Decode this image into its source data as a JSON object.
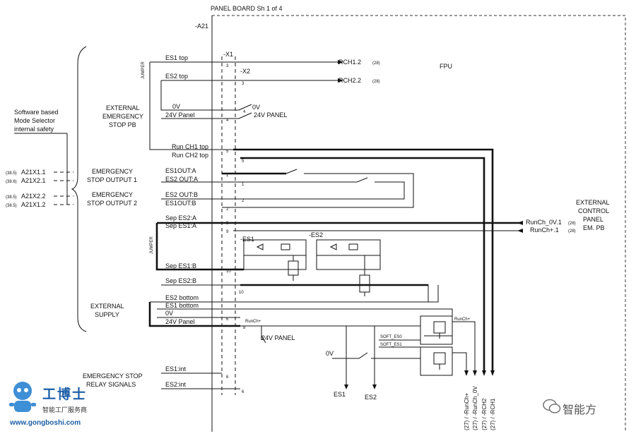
{
  "header": {
    "title": "PANEL BOARD Sh 1 of 4",
    "board_id": "-A21",
    "fpu": "FPU"
  },
  "left": {
    "selector_label_1": "Software based",
    "selector_label_2": "Mode Selector",
    "selector_label_3": "internal safety",
    "refs": [
      {
        "ref": "(38.5)",
        "name": "A21X1.1"
      },
      {
        "ref": "(38.6)",
        "name": "A21X2.1"
      },
      {
        "ref": "(38.5)",
        "name": "A21X2.2"
      },
      {
        "ref": "(38.5)",
        "name": "A21X1.2"
      }
    ]
  },
  "groups": {
    "ext_emergency_1": "EXTERNAL",
    "ext_emergency_2": "EMERGENCY",
    "ext_emergency_3": "STOP PB",
    "em_stop_out1_1": "EMERGENCY",
    "em_stop_out1_2": "STOP OUTPUT 1",
    "em_stop_out2_1": "EMERGENCY",
    "em_stop_out2_2": "STOP OUTPUT 2",
    "ext_supply_1": "EXTERNAL",
    "ext_supply_2": "SUPPLY",
    "relay_sig_1": "EMERGENCY STOP",
    "relay_sig_2": "RELAY SIGNALS",
    "ext_panel_1": "EXTERNAL",
    "ext_panel_2": "CONTROL",
    "ext_panel_3": "PANEL",
    "ext_panel_4": "EM. PB"
  },
  "wires": {
    "es1_top": "ES1 top",
    "es2_top": "ES2 top",
    "zero_v": "0V",
    "p24_panel": "24V Panel",
    "run_ch1_top": "Run CH1 top",
    "run_ch2_top": "Run CH2 top",
    "es1out_a": "ES1OUT:A",
    "es2out_a": "ES2 OUT:A",
    "es2out_b": "ES2 OUT:B",
    "es1out_b": "ES1OUT:B",
    "sep_es2_a": "Sep ES2:A",
    "sep_es1_a": "Sep ES1:A",
    "sep_es1_b": "Sep ES1:B",
    "sep_es2_b": "Sep ES2:B",
    "es2_bottom": "ES2 bottom",
    "es1_bottom": "ES1 bottom",
    "zero_v_2": "0V",
    "p24_panel_2": "24V Panel",
    "es1_int": "ES1:int",
    "es2_int": "ES2:int"
  },
  "terminals": {
    "x1": "-X1",
    "x2": "-X2",
    "n3a": "3",
    "n3b": "3",
    "n4a": "4",
    "n4b": "4",
    "n5a": "5",
    "n5b": "5",
    "n1a": "1",
    "n1b": "1",
    "n2a": "2",
    "n2b": "2",
    "n9a": "9",
    "n9b": "9",
    "n10a": "10",
    "n10b": "10",
    "n6a": "6",
    "n6b": "6",
    "n8": "8",
    "n6c": "6",
    "n6d": "6"
  },
  "right": {
    "rch12": "RCH1.2",
    "rch12_ref": "(28)",
    "rch22": "RCH2.2",
    "rch22_ref": "(28)",
    "zero_v_panel": "0V",
    "p24_panel": "24V PANEL",
    "p24_panel_2": "24V PANEL",
    "runch_0v": "RunCh_0V.1",
    "runch_0v_ref": "(28)",
    "runch_p": "RunCh+.1",
    "runch_p_ref": "(28)",
    "es1": "-ES1",
    "es2": "-ES2",
    "runch_plus_a": "RunCh+",
    "runch_plus_b": "RunCh+",
    "soft_es0": "SOFT_ES0",
    "soft_es1": "SOFT_ES1",
    "zero_v_3": "0V",
    "es1_out": "ES1",
    "es2_out": "ES2",
    "vert_labels": [
      "(27) / -RunCh+",
      "(27) / -RunCh_0V",
      "(27) / -RCH2",
      "(27) / -RCH1"
    ],
    "jumper": "JUMPER"
  },
  "watermark": {
    "brand": "工博士",
    "tagline": "智能工厂服务商",
    "url": "www.gongboshi.com",
    "wechat": "智能方"
  }
}
